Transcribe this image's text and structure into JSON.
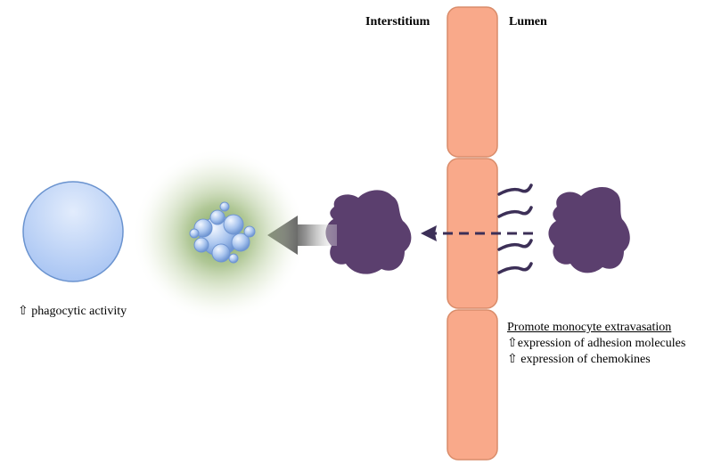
{
  "labels": {
    "interstitium": "Interstitium",
    "lumen": "Lumen",
    "phagocytic": "⇧ phagocytic activity",
    "extravasation_title": "Promote monocyte extravasation",
    "adhesion": "⇧expression of adhesion molecules",
    "chemokines": "⇧ expression of chemokines"
  },
  "colors": {
    "endothelial_cell": "#f9a98a",
    "endothelial_border": "#d98c6a",
    "monocyte": "#5b3f6e",
    "macrophage_fill": "#c6dafa",
    "macrophage_border": "#6a93cf",
    "inflammation_glow": "#6f9a4a",
    "vesicle": "#9dbbe8",
    "arrow": "#555555",
    "dashed_arrow": "#3c2f57"
  }
}
